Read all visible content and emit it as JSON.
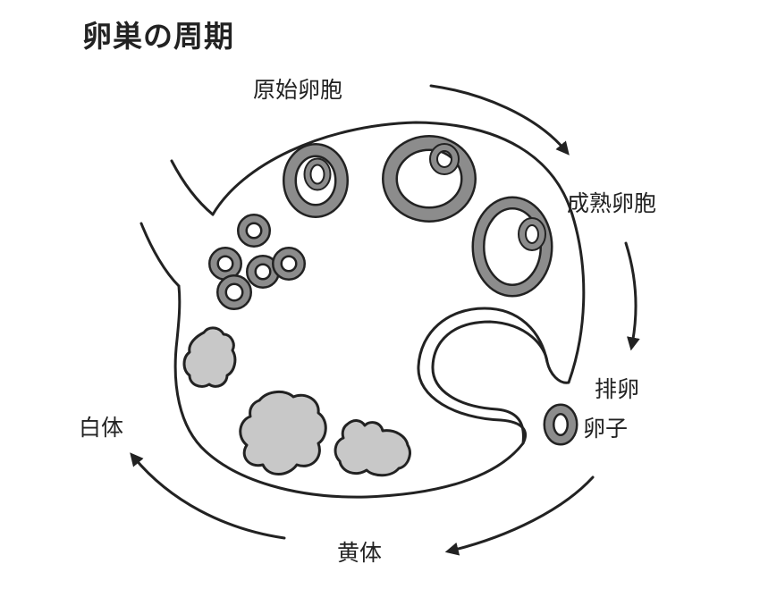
{
  "title": "卵巣の周期",
  "stages": {
    "primordial_follicle": "原始卵胞",
    "mature_follicle": "成熟卵胞",
    "ovulation": "排卵",
    "egg": "卵子",
    "corpus_luteum": "黄体",
    "corpus_albicans": "白体"
  },
  "colors": {
    "outline": "#222222",
    "ring_fill": "#8c8c8c",
    "body_fill": "#c8c8c8",
    "background": "#ffffff"
  }
}
